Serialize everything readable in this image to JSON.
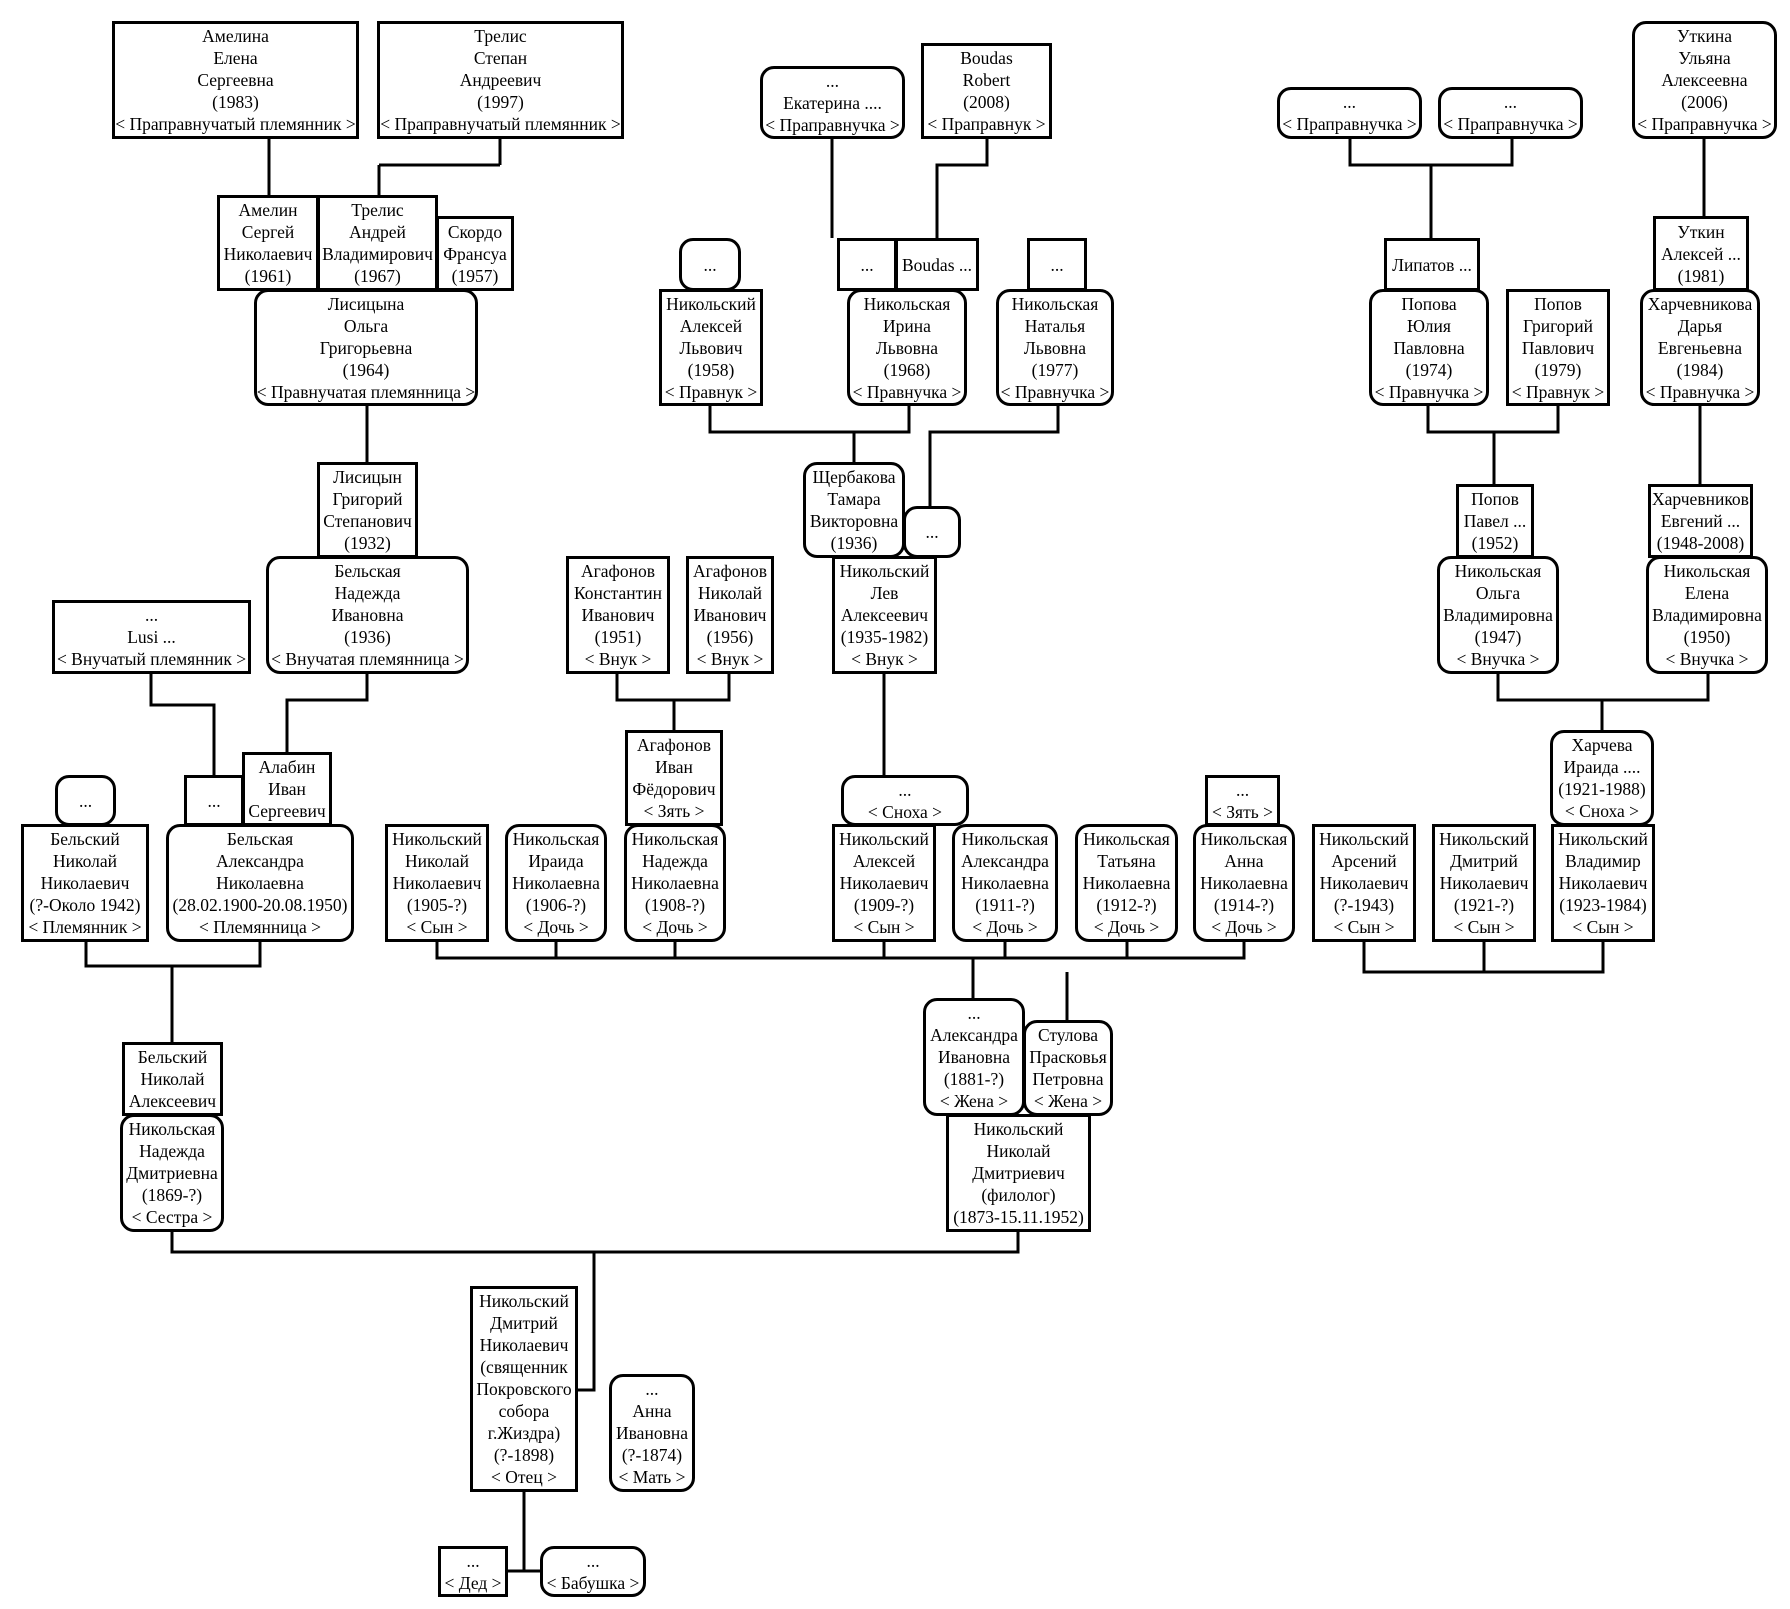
{
  "nodes": [
    {
      "id": "amelina-elena",
      "text": "Амелина\nЕлена\nСергеевна\n(1983)\n< Праправнучатый племянник >"
    },
    {
      "id": "trelis-stepan",
      "text": "Трелис\nСтепан\nАндреевич\n(1997)\n< Праправнучатый племянник >"
    },
    {
      "id": "ekaterina",
      "text": "...\nЕкатерина ....\n< Праправнучка >"
    },
    {
      "id": "boudas-robert",
      "text": "Boudas\nRobert\n(2008)\n< Праправнук >"
    },
    {
      "id": "prapravnuchka-1",
      "text": "...\n< Праправнучка >"
    },
    {
      "id": "prapravnuchka-2",
      "text": "...\n< Праправнучка >"
    },
    {
      "id": "utkina-ulyana",
      "text": "Уткина\nУльяна\nАлексеевна\n(2006)\n< Праправнучка >"
    },
    {
      "id": "amelin-sergey",
      "text": "Амелин\nСергей\nНиколаевич\n(1961)"
    },
    {
      "id": "trelis-andrey",
      "text": "Трелис\nАндрей\nВладимирович\n(1967)"
    },
    {
      "id": "skordo-fransua",
      "text": "Скордо\nФрансуа\n(1957)"
    },
    {
      "id": "spouse-aleksey-1958",
      "text": "..."
    },
    {
      "id": "spouse-irina-1",
      "text": "..."
    },
    {
      "id": "boudas",
      "text": "Boudas ..."
    },
    {
      "id": "spouse-natalya",
      "text": "..."
    },
    {
      "id": "lipatov",
      "text": "Липатов ..."
    },
    {
      "id": "utkin-aleksey",
      "text": "Уткин\nАлексей ...\n(1981)"
    },
    {
      "id": "lisitsyna-olga",
      "text": "Лисицына\nОльга\nГригорьевна\n(1964)\n< Правнучатая племянница >"
    },
    {
      "id": "nikolsky-aleksey-1958",
      "text": "Никольский\nАлексей\nЛьвович\n(1958)\n< Правнук >"
    },
    {
      "id": "nikolskaya-irina",
      "text": "Никольская\nИрина\nЛьвовна\n(1968)\n< Правнучка >"
    },
    {
      "id": "nikolskaya-natalya",
      "text": "Никольская\nНаталья\nЛьвовна\n(1977)\n< Правнучка >"
    },
    {
      "id": "popova-yuliya",
      "text": "Попова\nЮлия\nПавловна\n(1974)\n< Правнучка >"
    },
    {
      "id": "popov-grigory",
      "text": "Попов\nГригорий\nПавлович\n(1979)\n< Правнук >"
    },
    {
      "id": "kharchevnikova-darya",
      "text": "Харчевникова\nДарья\nЕвгеньевна\n(1984)\n< Правнучка >"
    },
    {
      "id": "lisitsyn-grigory",
      "text": "Лисицын\nГригорий\nСтепанович\n(1932)"
    },
    {
      "id": "shcherbakova-tamara",
      "text": "Щербакова\nТамара\nВикторовна\n(1936)"
    },
    {
      "id": "spouse-lev-2",
      "text": "..."
    },
    {
      "id": "popov-pavel",
      "text": "Попов\nПавел ...\n(1952)"
    },
    {
      "id": "kharchevnikov-evgeny",
      "text": "Харчевников\nЕвгений ...\n(1948-2008)"
    },
    {
      "id": "lusi",
      "text": "...\nLusi ...\n< Внучатый племянник >"
    },
    {
      "id": "belskaya-nadezhda-1936",
      "text": "Бельская\nНадежда\nИвановна\n(1936)\n< Внучатая племянница >"
    },
    {
      "id": "agafonov-konstantin",
      "text": "Агафонов\nКонстантин\nИванович\n(1951)\n< Внук >"
    },
    {
      "id": "agafonov-nikolay",
      "text": "Агафонов\nНиколай\nИванович\n(1956)\n< Внук >"
    },
    {
      "id": "nikolsky-lev",
      "text": "Никольский\nЛев\nАлексеевич\n(1935-1982)\n< Внук >"
    },
    {
      "id": "nikolskaya-olga",
      "text": "Никольская\nОльга\nВладимировна\n(1947)\n< Внучка >"
    },
    {
      "id": "nikolskaya-elena",
      "text": "Никольская\nЕлена\nВладимировна\n(1950)\n< Внучка >"
    },
    {
      "id": "agafonov-ivan",
      "text": "Агафонов\nИван\nФёдорович\n< Зять >"
    },
    {
      "id": "kharcheva-iraida",
      "text": "Харчева\nИраида ....\n(1921-1988)\n< Сноха >"
    },
    {
      "id": "spouse-belsky-nikolay",
      "text": "..."
    },
    {
      "id": "spouse-aleksandra-1",
      "text": "..."
    },
    {
      "id": "alabin-ivan",
      "text": "Алабин\nИван\nСергеевич"
    },
    {
      "id": "snokha-aleksey",
      "text": "...\n< Сноха >"
    },
    {
      "id": "zyat-anna",
      "text": "...\n< Зять >"
    },
    {
      "id": "belsky-nikolay-nikolaevich",
      "text": "Бельский\nНиколай\nНиколаевич\n(?-Около 1942)\n< Племянник >"
    },
    {
      "id": "belskaya-aleksandra",
      "text": "Бельская\nАлександра\nНиколаевна\n(28.02.1900-20.08.1950)\n< Племянница >"
    },
    {
      "id": "nikolsky-nikolay-1905",
      "text": "Никольский\nНиколай\nНиколаевич\n(1905-?)\n< Сын >"
    },
    {
      "id": "nikolskaya-iraida",
      "text": "Никольская\nИраида\nНиколаевна\n(1906-?)\n< Дочь >"
    },
    {
      "id": "nikolskaya-nadezhda-1908",
      "text": "Никольская\nНадежда\nНиколаевна\n(1908-?)\n< Дочь >"
    },
    {
      "id": "nikolsky-aleksey-1909",
      "text": "Никольский\nАлексей\nНиколаевич\n(1909-?)\n< Сын >"
    },
    {
      "id": "nikolskaya-aleksandra-1911",
      "text": "Никольская\nАлександра\nНиколаевна\n(1911-?)\n< Дочь >"
    },
    {
      "id": "nikolskaya-tatyana",
      "text": "Никольская\nТатьяна\nНиколаевна\n(1912-?)\n< Дочь >"
    },
    {
      "id": "nikolskaya-anna",
      "text": "Никольская\nАнна\nНиколаевна\n(1914-?)\n< Дочь >"
    },
    {
      "id": "nikolsky-arseny",
      "text": "Никольский\nАрсений\nНиколаевич\n(?-1943)\n< Сын >"
    },
    {
      "id": "nikolsky-dmitry-1921",
      "text": "Никольский\nДмитрий\nНиколаевич\n(1921-?)\n< Сын >"
    },
    {
      "id": "nikolsky-vladimir",
      "text": "Никольский\nВладимир\nНиколаевич\n(1923-1984)\n< Сын >"
    },
    {
      "id": "belsky-nikolay-alekseevich",
      "text": "Бельский\nНиколай\nАлексеевич"
    },
    {
      "id": "aleksandra-ivanovna",
      "text": "...\nАлександра\nИвановна\n(1881-?)\n< Жена >"
    },
    {
      "id": "stulova-praskovya",
      "text": "Стулова\nПрасковья\nПетровна\n< Жена >"
    },
    {
      "id": "nikolskaya-nadezhda-1869",
      "text": "Никольская\nНадежда\nДмитриевна\n(1869-?)\n< Сестра >"
    },
    {
      "id": "nikolsky-nikolay-filolog",
      "text": "Никольский\nНиколай\nДмитриевич\n(филолог)\n(1873-15.11.1952)"
    },
    {
      "id": "nikolsky-dmitry-father",
      "text": "Никольский\nДмитрий\nНиколаевич\n(священник\nПокровского\nсобора\nг.Жиздра)\n(?-1898)\n< Отец >"
    },
    {
      "id": "anna-ivanovna",
      "text": "...\nАнна\nИвановна\n(?-1874)\n< Мать >"
    },
    {
      "id": "ded",
      "text": "...\n< Дед >"
    },
    {
      "id": "babushka",
      "text": "...\n< Бабушка >"
    }
  ]
}
